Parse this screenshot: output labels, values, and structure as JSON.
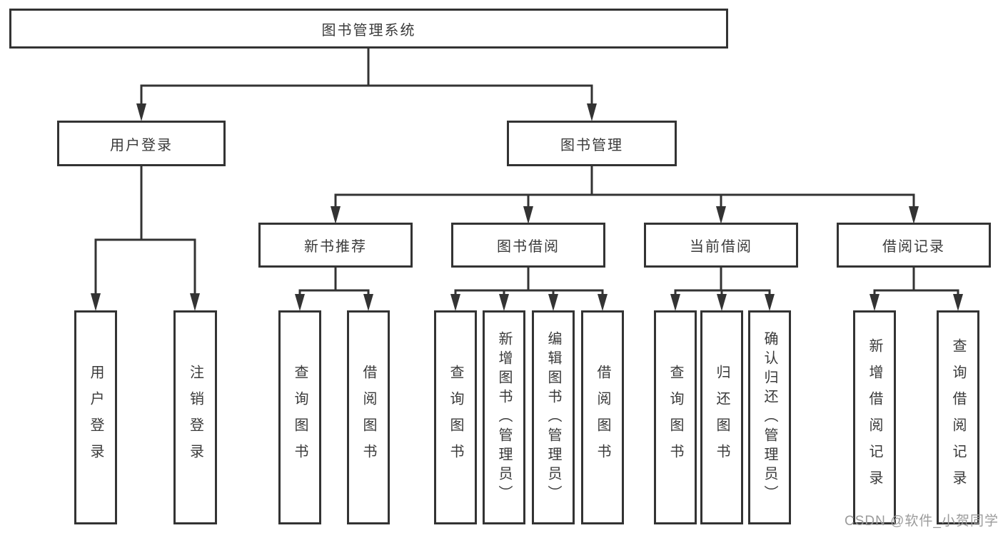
{
  "tree": {
    "label": "图书管理系统",
    "children": [
      {
        "label": "用户登录",
        "children": [
          {
            "label": "用户登录"
          },
          {
            "label": "注销登录"
          }
        ]
      },
      {
        "label": "图书管理",
        "children": [
          {
            "label": "新书推荐",
            "children": [
              {
                "label": "查询图书"
              },
              {
                "label": "借阅图书"
              }
            ]
          },
          {
            "label": "图书借阅",
            "children": [
              {
                "label": "查询图书"
              },
              {
                "label": "新增图书（管理员）"
              },
              {
                "label": "编辑图书（管理员）"
              },
              {
                "label": "借阅图书"
              }
            ]
          },
          {
            "label": "当前借阅",
            "children": [
              {
                "label": "查询图书"
              },
              {
                "label": "归还图书"
              },
              {
                "label": "确认归还（管理员）"
              }
            ]
          },
          {
            "label": "借阅记录",
            "children": [
              {
                "label": "新增借阅记录"
              },
              {
                "label": "查询借阅记录"
              }
            ]
          }
        ]
      }
    ]
  },
  "watermark": "CSDN @软件_小贺同学",
  "colors": {
    "line": "#333333",
    "text": "#3a3a3a",
    "watermark": "#9b9b9b",
    "bg": "#ffffff"
  }
}
